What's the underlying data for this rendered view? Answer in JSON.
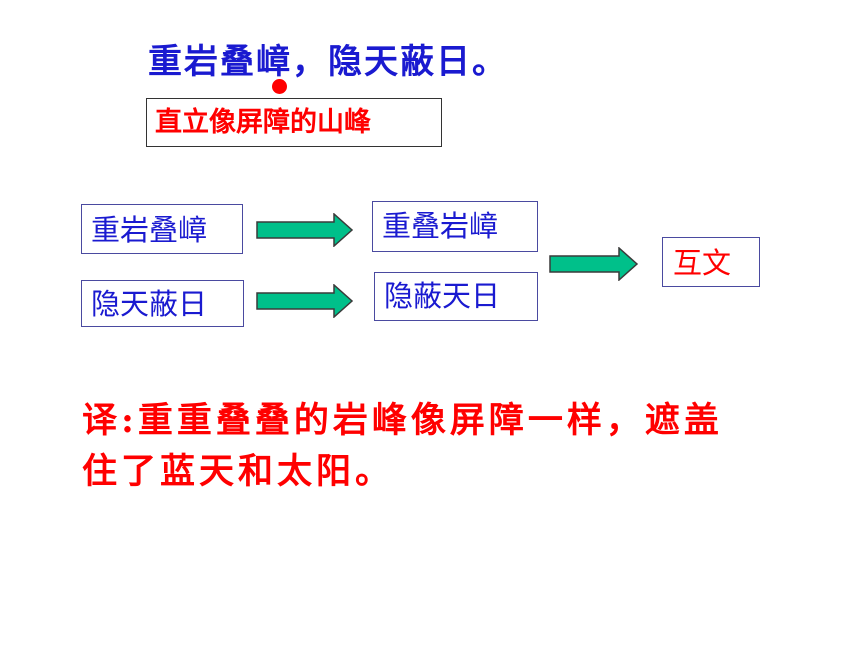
{
  "heading": "重岩叠嶂，隐天蔽日。",
  "annotation": "直立像屏障的山峰",
  "diagram": {
    "left_boxes": [
      "重岩叠嶂",
      "隐天蔽日"
    ],
    "middle_boxes": [
      "重叠岩嶂",
      "隐蔽天日"
    ],
    "result": "互文"
  },
  "translation": {
    "line1": "译:重重叠叠的岩峰像屏障一样，遮盖",
    "line2": "住了蓝天和太阳。"
  },
  "colors": {
    "heading": "#1a1ad0",
    "accent": "#ff0000",
    "arrow_fill": "#00c08a"
  }
}
